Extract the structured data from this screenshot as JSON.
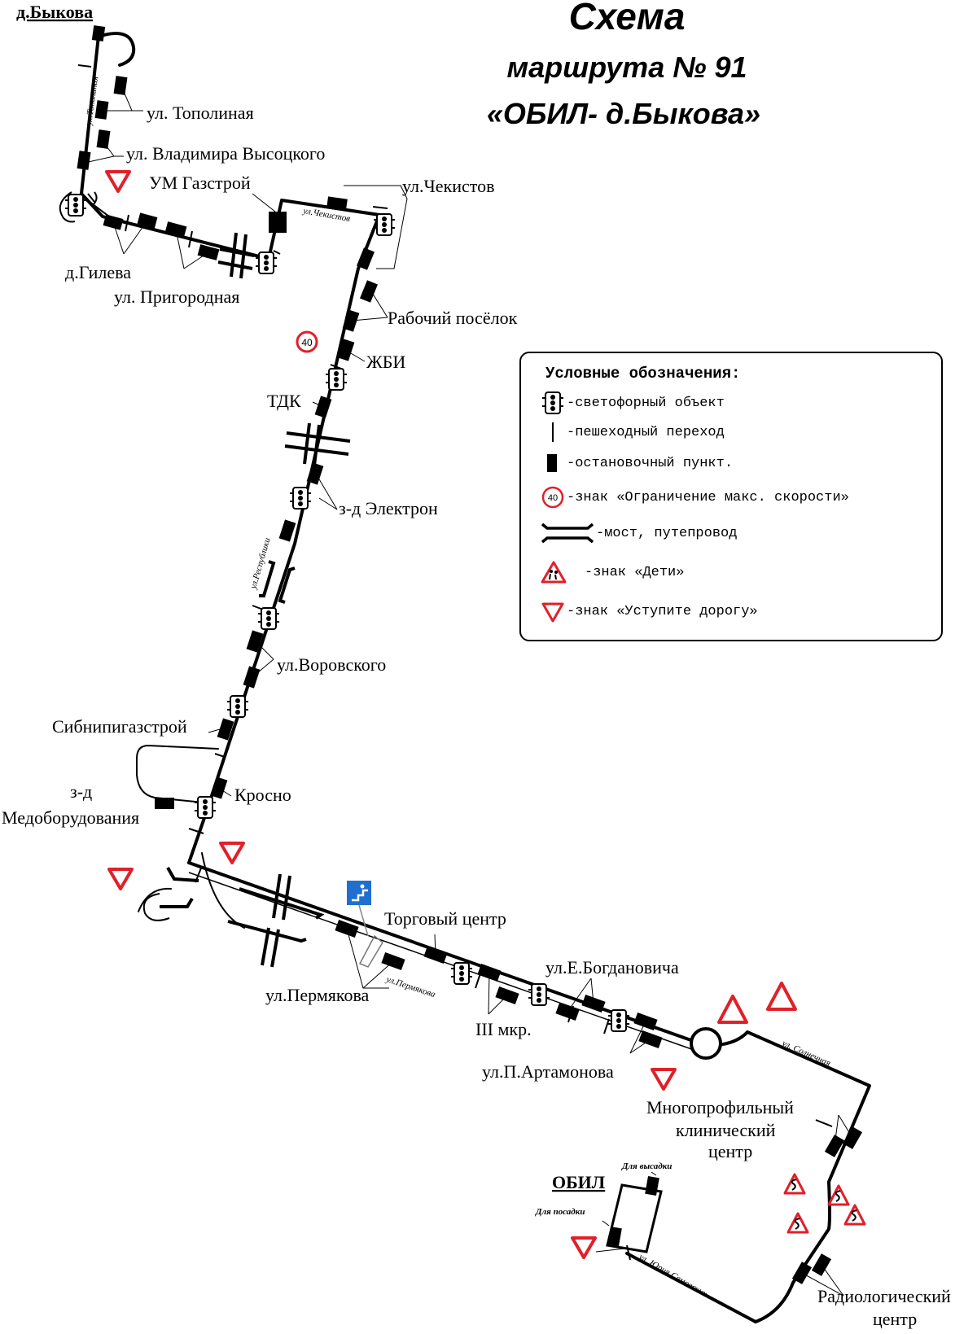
{
  "title": {
    "line1": "Схема",
    "line2": "маршрута № 91",
    "line3": "«ОБИЛ- д.Быкова»"
  },
  "terminals": {
    "start": "д.Быкова",
    "end": "ОБИЛ",
    "boarding": "Для посадки",
    "alighting": "Для высадки"
  },
  "stops": {
    "topolinaya": "ул. Тополиная",
    "vysotskogo": "ул. Владимира Высоцкого",
    "um_gazstroy": "УМ Газстрой",
    "chekistov": "ул.Чекистов",
    "gileva": "д.Гилева",
    "prigorodnaya": "ул. Пригородная",
    "rabochiy": "Рабочий посёлок",
    "zhbi": "ЖБИ",
    "tdk": "ТДК",
    "elektron": "з-д Электрон",
    "vorovskogo": "ул.Воровского",
    "sibnipi": "Сибнипигазстрой",
    "krosno": "Кросно",
    "medob_1": "з-д",
    "medob_2": "Медоборудования",
    "torg": "Торговый центр",
    "permyakova": "ул.Пермякова",
    "bogdanovicha": "ул.Е.Богдановича",
    "iii_mkr": "III мкр.",
    "artamonova": "ул.П.Артамонова",
    "mkc_1": "Многопрофильный",
    "mkc_2": "клинический",
    "mkc_3": "центр",
    "radio_1": "Радиологический",
    "radio_2": "центр"
  },
  "streets": {
    "topolinaya": "ул.Тополиная",
    "chekistov": "ул.Чекистов",
    "respubliki": "ул.Республики",
    "permyakova": "ул.Пермякова",
    "solnechnaya": "ул. Солнечная",
    "semovskikh": "ул. Юрия Семовских"
  },
  "speed_sign": "40",
  "legend": {
    "title": "Условные обозначения:",
    "items": [
      {
        "icon": "traffic-light-icon",
        "text": "-светофорный объект"
      },
      {
        "icon": "crosswalk-icon",
        "text": "-пешеходный переход"
      },
      {
        "icon": "bus-stop-icon",
        "text": "-остановочный пункт."
      },
      {
        "icon": "speed-limit-icon",
        "text": "-знак «Ограничение макс. скорости»"
      },
      {
        "icon": "bridge-icon",
        "text": "-мост, путепровод"
      },
      {
        "icon": "children-sign-icon",
        "text": "-знак «Дети»"
      },
      {
        "icon": "yield-sign-icon",
        "text": "-знак «Уступите дорогу»"
      }
    ],
    "speed_value": "40"
  },
  "colors": {
    "route": "#000000",
    "sign_red": "#e0202a",
    "crossing_blue": "#1f6fd0"
  }
}
